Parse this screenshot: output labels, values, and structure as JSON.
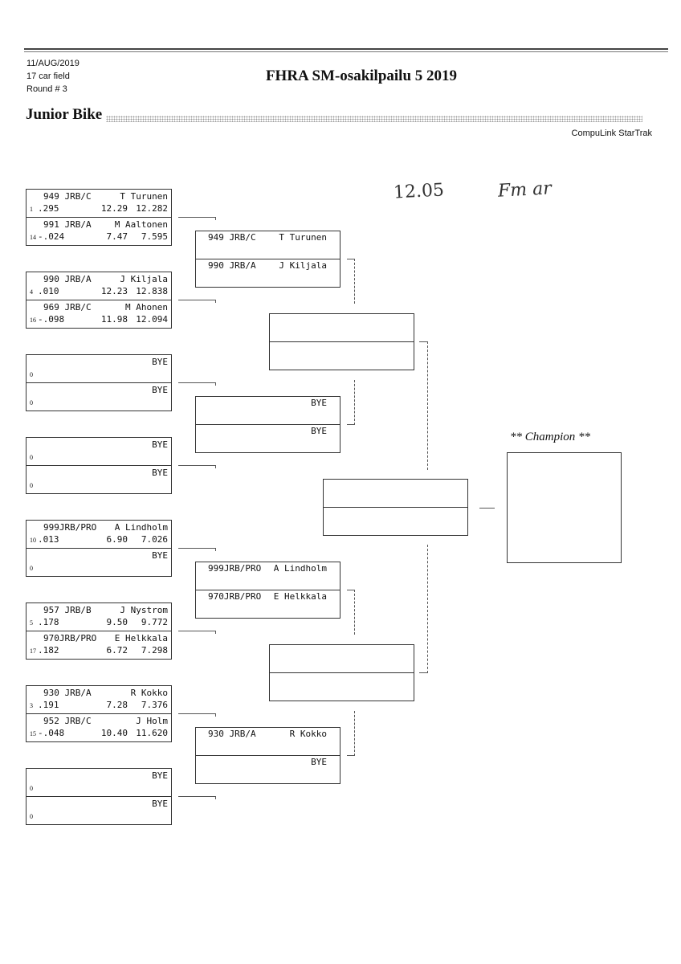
{
  "header": {
    "date": "11/AUG/2019",
    "field": "17 car field",
    "round": "Round # 3",
    "event_title": "FHRA SM-osakilpailu 5  2019",
    "class_name": "Junior Bike",
    "software": "CompuLink StarTrak"
  },
  "handwritten": {
    "number": "12.05",
    "signature": "Fm ar"
  },
  "round1": [
    {
      "top": {
        "car": "949 JRB/C",
        "name": "T Turunen",
        "seed": "1",
        "rt": ".295",
        "et": "12.29",
        "speed": "12.282"
      },
      "bottom": {
        "car": "991 JRB/A",
        "name": "M Aaltonen",
        "seed": "14",
        "rt": "-.024",
        "et": "7.47",
        "speed": "7.595"
      }
    },
    {
      "top": {
        "car": "990 JRB/A",
        "name": "J Kiljala",
        "seed": "4",
        "rt": ".010",
        "et": "12.23",
        "speed": "12.838"
      },
      "bottom": {
        "car": "969 JRB/C",
        "name": "M Ahonen",
        "seed": "16",
        "rt": "-.098",
        "et": "11.98",
        "speed": "12.094"
      }
    },
    {
      "top": {
        "car": "",
        "name": "BYE",
        "seed": "0",
        "rt": "",
        "et": "",
        "speed": ""
      },
      "bottom": {
        "car": "",
        "name": "BYE",
        "seed": "0",
        "rt": "",
        "et": "",
        "speed": ""
      }
    },
    {
      "top": {
        "car": "",
        "name": "BYE",
        "seed": "0",
        "rt": "",
        "et": "",
        "speed": ""
      },
      "bottom": {
        "car": "",
        "name": "BYE",
        "seed": "0",
        "rt": "",
        "et": "",
        "speed": ""
      }
    },
    {
      "top": {
        "car": "999JRB/PRO",
        "name": "A Lindholm",
        "seed": "10",
        "rt": ".013",
        "et": "6.90",
        "speed": "7.026"
      },
      "bottom": {
        "car": "",
        "name": "BYE",
        "seed": "0",
        "rt": "",
        "et": "",
        "speed": ""
      }
    },
    {
      "top": {
        "car": "957 JRB/B",
        "name": "J Nystrom",
        "seed": "5",
        "rt": ".178",
        "et": "9.50",
        "speed": "9.772"
      },
      "bottom": {
        "car": "970JRB/PRO",
        "name": "E Helkkala",
        "seed": "17",
        "rt": ".182",
        "et": "6.72",
        "speed": "7.298"
      }
    },
    {
      "top": {
        "car": "930 JRB/A",
        "name": "R Kokko",
        "seed": "3",
        "rt": ".191",
        "et": "7.28",
        "speed": "7.376"
      },
      "bottom": {
        "car": "952 JRB/C",
        "name": "J Holm",
        "seed": "15",
        "rt": "-.048",
        "et": "10.40",
        "speed": "11.620"
      }
    },
    {
      "top": {
        "car": "",
        "name": "BYE",
        "seed": "0",
        "rt": "",
        "et": "",
        "speed": ""
      },
      "bottom": {
        "car": "",
        "name": "BYE",
        "seed": "0",
        "rt": "",
        "et": "",
        "speed": ""
      }
    }
  ],
  "round2": [
    {
      "top": {
        "car": "949 JRB/C",
        "name": "T Turunen"
      },
      "bottom": {
        "car": "990 JRB/A",
        "name": "J Kiljala"
      }
    },
    {
      "top": {
        "car": "",
        "name": "BYE"
      },
      "bottom": {
        "car": "",
        "name": "BYE"
      }
    },
    {
      "top": {
        "car": "999JRB/PRO",
        "name": "A Lindholm"
      },
      "bottom": {
        "car": "970JRB/PRO",
        "name": "E Helkkala"
      }
    },
    {
      "top": {
        "car": "930 JRB/A",
        "name": "R Kokko"
      },
      "bottom": {
        "car": "",
        "name": "BYE"
      }
    }
  ],
  "round3": [
    {
      "top": {
        "car": "",
        "name": ""
      },
      "bottom": {
        "car": "",
        "name": ""
      }
    },
    {
      "top": {
        "car": "",
        "name": ""
      },
      "bottom": {
        "car": "",
        "name": ""
      }
    }
  ],
  "final": {
    "top": {
      "car": "",
      "name": ""
    },
    "bottom": {
      "car": "",
      "name": ""
    }
  },
  "champion": {
    "label": "** Champion **",
    "name": ""
  }
}
